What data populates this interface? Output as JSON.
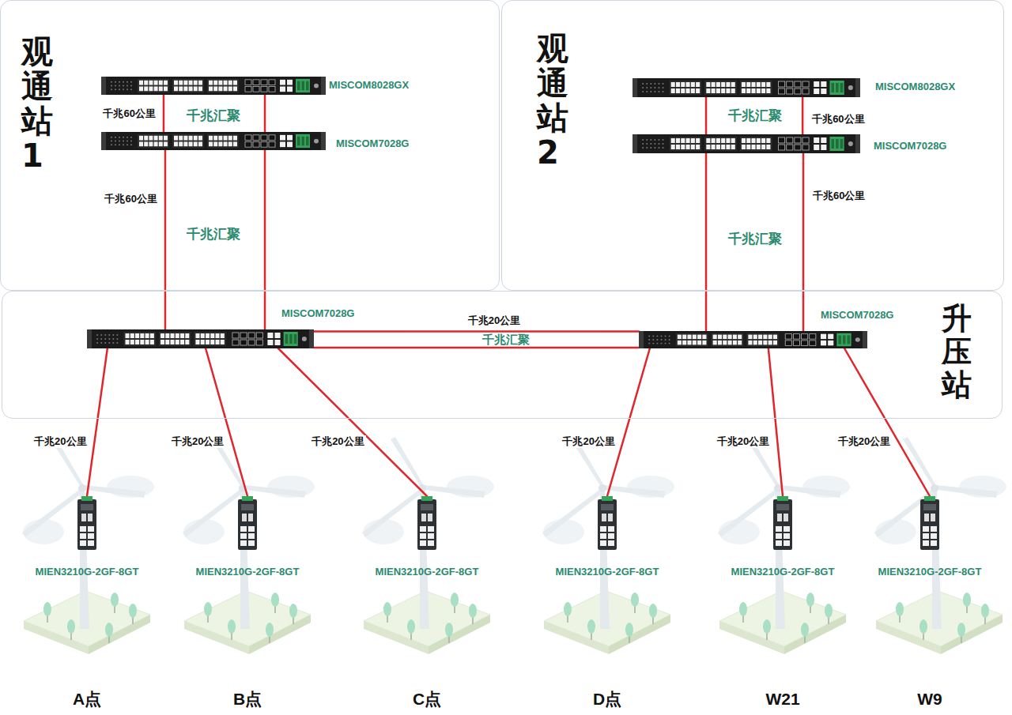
{
  "diagram": {
    "nodes": [
      {
        "text": [
          "观通站1"
        ]
      },
      {
        "text": [
          "MISCOM8028GX"
        ],
        "in": 0
      },
      {
        "text": [
          "MISCOM7028G"
        ],
        "in": 0
      },
      {
        "text": [
          "观通站2"
        ]
      },
      {
        "text": [
          "MISCOM8028GX"
        ],
        "in": 3
      },
      {
        "text": [
          "MISCOM7028G"
        ],
        "in": 3
      },
      {
        "text": [
          "升压站"
        ]
      },
      {
        "text": [
          "MISCOM7028G"
        ],
        "in": 6
      },
      {
        "text": [
          "MISCOM7028G"
        ],
        "in": 6
      },
      {
        "text": [
          "MIEN3210G-2GF-8GT",
          "A点"
        ]
      },
      {
        "text": [
          "MIEN3210G-2GF-8GT",
          "B点"
        ]
      },
      {
        "text": [
          "MIEN3210G-2GF-8GT",
          "C点"
        ]
      },
      {
        "text": [
          "MIEN3210G-2GF-8GT",
          "D点"
        ]
      },
      {
        "text": [
          "MIEN3210G-2GF-8GT",
          "W21"
        ]
      },
      {
        "text": [
          "MIEN3210G-2GF-8GT",
          "W9"
        ]
      }
    ],
    "edges": [
      {
        "from": 1,
        "to": 2,
        "label": "千兆60公里",
        "arrow": "none"
      },
      {
        "from": 1,
        "to": 2,
        "arrow": "none"
      },
      {
        "from": 2,
        "to": 7,
        "label": "千兆60公里",
        "arrow": "none"
      },
      {
        "from": 2,
        "to": 7,
        "arrow": "none"
      },
      {
        "from": 7,
        "to": 8,
        "label": "千兆20公里",
        "arrow": "none"
      },
      {
        "from": 7,
        "to": 8,
        "arrow": "none"
      },
      {
        "from": 4,
        "to": 5,
        "arrow": "none"
      },
      {
        "from": 4,
        "to": 5,
        "label": "千兆60公里",
        "arrow": "none"
      },
      {
        "from": 5,
        "to": 8,
        "arrow": "none"
      },
      {
        "from": 5,
        "to": 8,
        "label": "千兆60公里",
        "arrow": "none"
      },
      {
        "from": 7,
        "to": 9,
        "label": "千兆20公里",
        "arrow": "none"
      },
      {
        "from": 7,
        "to": 10,
        "label": "千兆20公里",
        "arrow": "none"
      },
      {
        "from": 7,
        "to": 11,
        "label": "千兆20公里",
        "arrow": "none"
      },
      {
        "from": 8,
        "to": 12,
        "label": "千兆20公里",
        "arrow": "none"
      },
      {
        "from": 8,
        "to": 13,
        "label": "千兆20公里",
        "arrow": "none"
      },
      {
        "from": 8,
        "to": 14,
        "label": "千兆20公里",
        "arrow": "none"
      }
    ],
    "labels": [
      "千兆汇聚",
      "千兆汇聚",
      "千兆汇聚",
      "千兆汇聚",
      "千兆汇聚"
    ]
  }
}
